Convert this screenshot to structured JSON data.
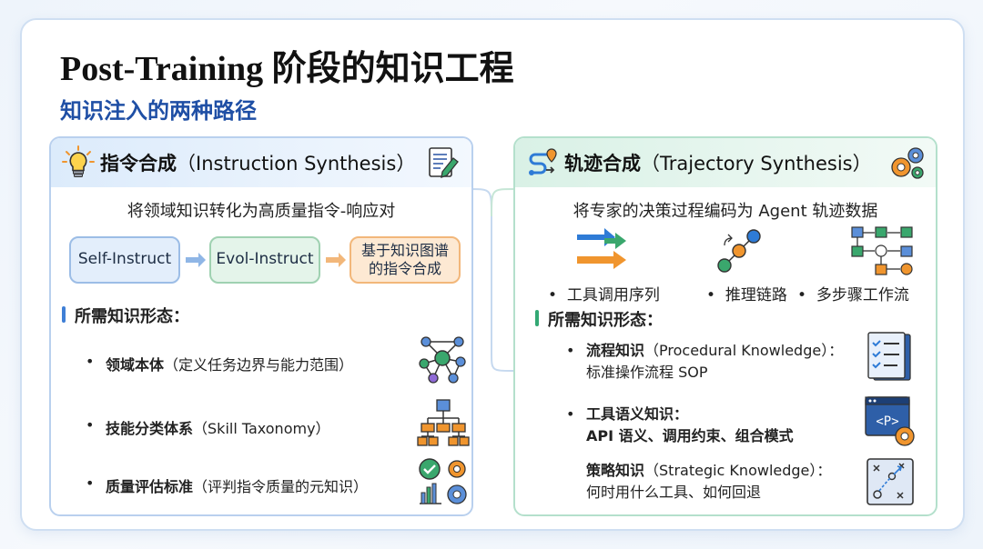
{
  "title": "Post-Training 阶段的知识工程",
  "subtitle": "知识注入的两种路径",
  "left": {
    "header_bold": "指令合成",
    "header_rest": "（Instruction Synthesis）",
    "desc": "将领域知识转化为高质量指令-响应对",
    "flow": [
      "Self-Instruct",
      "Evol-Instruct",
      "基于知识图谱",
      "的指令合成"
    ],
    "section_title": "所需知识形态：",
    "items": [
      {
        "bold": "领域本体",
        "rest": "（定义任务边界与能力范围）",
        "icon": "network-graph-icon"
      },
      {
        "bold": "技能分类体系",
        "rest": "（Skill Taxonomy）",
        "icon": "hierarchy-tree-icon"
      },
      {
        "bold": "质量评估标准",
        "rest": "（评判指令质量的元知识）",
        "icon": "quality-check-icon"
      }
    ]
  },
  "right": {
    "header_bold": "轨迹合成",
    "header_rest": "（Trajectory Synthesis）",
    "desc": "将专家的决策过程编码为 Agent 轨迹数据",
    "traj_labels": [
      "工具调用序列",
      "推理链路",
      "多步骤工作流"
    ],
    "section_title": "所需知识形态：",
    "items": [
      {
        "bold": "流程知识",
        "rest": "（Procedural Knowledge）：",
        "line2": "标准操作流程 SOP",
        "icon": "checklist-icon"
      },
      {
        "bold": "工具语义知识：",
        "rest": "",
        "line2": "API 语义、调用约束、组合模式",
        "icon": "api-code-icon"
      },
      {
        "bold": "策略知识",
        "rest": "（Strategic Knowledge）：",
        "line2": "何时用什么工具、如何回退",
        "icon": "strategy-board-icon"
      }
    ]
  },
  "colors": {
    "accent_blue": "#1f4fa5",
    "left_border": "#b9d0ee",
    "right_border": "#b4e0cc",
    "orange": "#f0952e",
    "green": "#3aa76d"
  }
}
